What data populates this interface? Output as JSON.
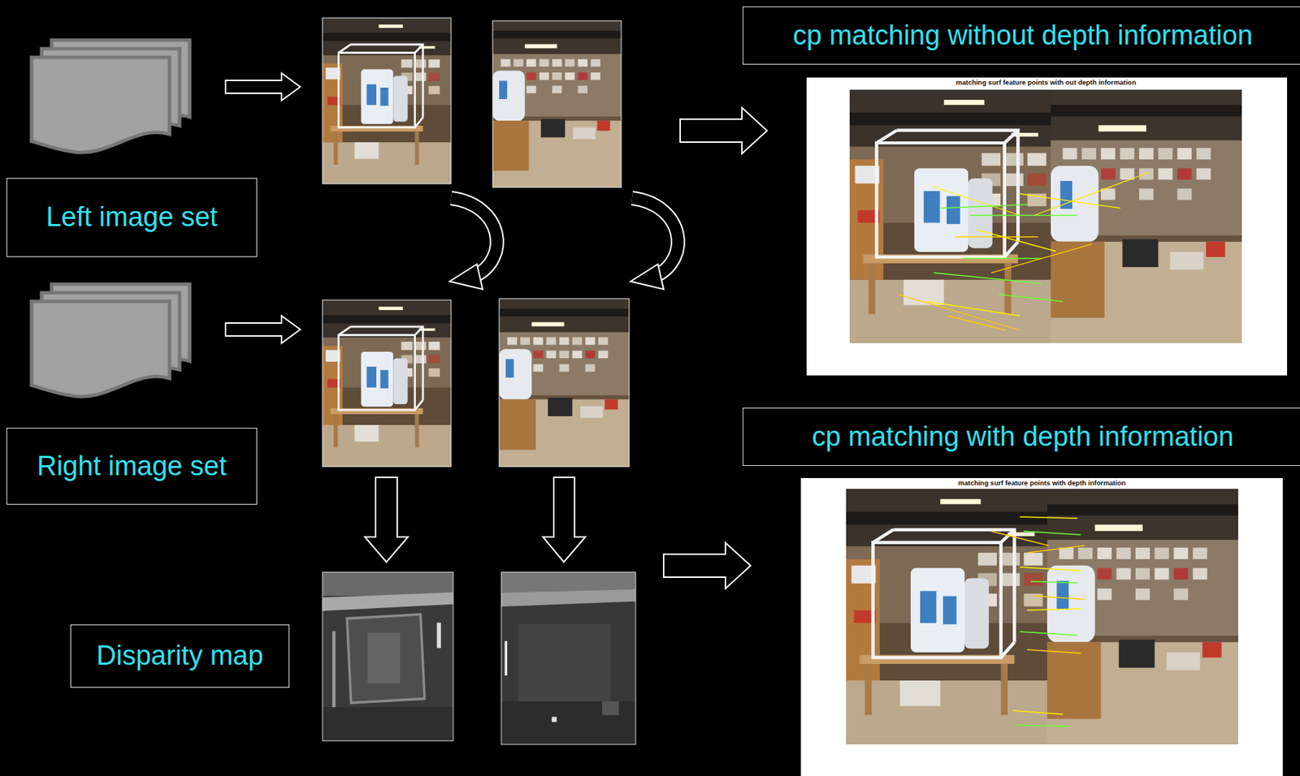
{
  "diagram": {
    "nodes": [
      {
        "text": [
          "Left image set"
        ]
      },
      {
        "text": [
          "Right image set"
        ]
      },
      {
        "text": [
          "Disparity map"
        ]
      },
      {
        "text": [
          "cp matching without depth information"
        ]
      },
      {
        "text": [
          "cp matching with depth information"
        ]
      }
    ],
    "labels": [
      "matching surf feature points with out depth information",
      "matching surf feature points with depth information"
    ]
  }
}
